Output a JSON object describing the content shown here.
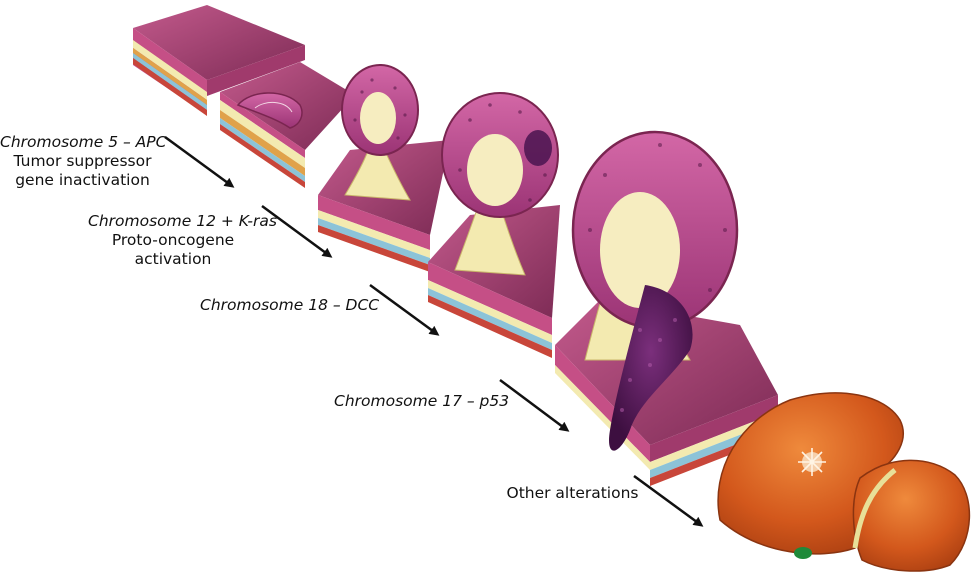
{
  "steps": [
    {
      "chromosome": "Chromosome 5 – APC",
      "line2": "Tumor suppressor",
      "line3": "gene inactivation"
    },
    {
      "chromosome": "Chromosome 12",
      "plus": " + ",
      "gene": "K-ras",
      "line2": "Proto-oncogene",
      "line3": "activation"
    },
    {
      "chromosome": "Chromosome 18 – DCC"
    },
    {
      "chromosome": "Chromosome 17 – p53"
    },
    {
      "text": "Other alterations"
    }
  ],
  "colors": {
    "mucosa": "#b8497e",
    "mucosa_dark": "#7a2550",
    "submucosa": "#f3eab0",
    "muscle_band": "#e0a24a",
    "serosa_blue": "#8cc3d8",
    "serosa_red": "#c8463a",
    "tumor": "#5a1a5c",
    "liver": "#d9621e",
    "arrow": "#111111"
  }
}
